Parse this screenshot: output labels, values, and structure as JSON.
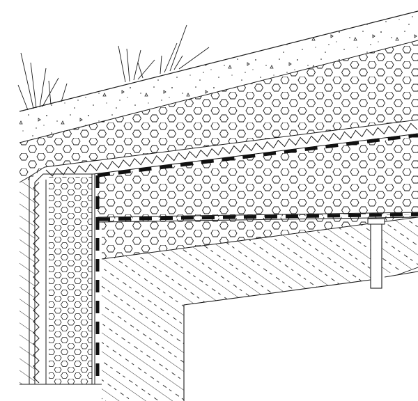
{
  "figure": {
    "kind": "construction-section-detail",
    "colors": {
      "line": "#1a1a1a",
      "background": "#ffffff",
      "membrane": "#111111"
    },
    "layers": [
      {
        "id": "soil",
        "pattern": "dots-triangles"
      },
      {
        "id": "drainage-gravel",
        "pattern": "hexagons"
      },
      {
        "id": "dimpled-drainage-membrane",
        "pattern": "zigzag"
      },
      {
        "id": "waterproofing",
        "pattern": "dashed-heavy"
      },
      {
        "id": "roof-insulation",
        "pattern": "hexagons"
      },
      {
        "id": "wall-insulation",
        "pattern": "hexagons"
      },
      {
        "id": "concrete-slab",
        "pattern": "diagonal-hatch"
      },
      {
        "id": "concrete-wall",
        "pattern": "diagonal-hatch"
      },
      {
        "id": "roof-drain-pipe",
        "pattern": "none"
      }
    ]
  }
}
